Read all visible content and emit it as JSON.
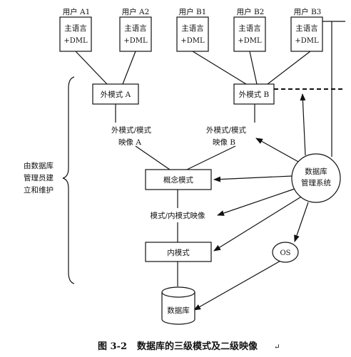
{
  "users": [
    {
      "label": "用户 A1",
      "host_language": "主语言",
      "dml": "+DML"
    },
    {
      "label": "用户 A2",
      "host_language": "主语言",
      "dml": "+DML"
    },
    {
      "label": "用户 B1",
      "host_language": "主语言",
      "dml": "+DML"
    },
    {
      "label": "用户 B2",
      "host_language": "主语言",
      "dml": "+DML"
    },
    {
      "label": "用户 B3",
      "host_language": "主语言",
      "dml": "+DML"
    }
  ],
  "external_schemas": [
    "外模式 A",
    "外模式 B"
  ],
  "mappings": {
    "ext_a": [
      "外模式/模式",
      "映像 A"
    ],
    "ext_b": [
      "外模式/模式",
      "映像 B"
    ],
    "internal": "模式/内模式映像"
  },
  "conceptual_schema": "概念模式",
  "internal_schema": "内模式",
  "database": "数据库",
  "dbms": [
    "数据库",
    "管理系统"
  ],
  "os": "OS",
  "maintained_by": [
    "由数据库",
    "管理员建",
    "立和维护"
  ],
  "caption": {
    "figure_number": "图 3-2",
    "title": "数据库的三级模式及二级映像",
    "mark": "↵"
  }
}
